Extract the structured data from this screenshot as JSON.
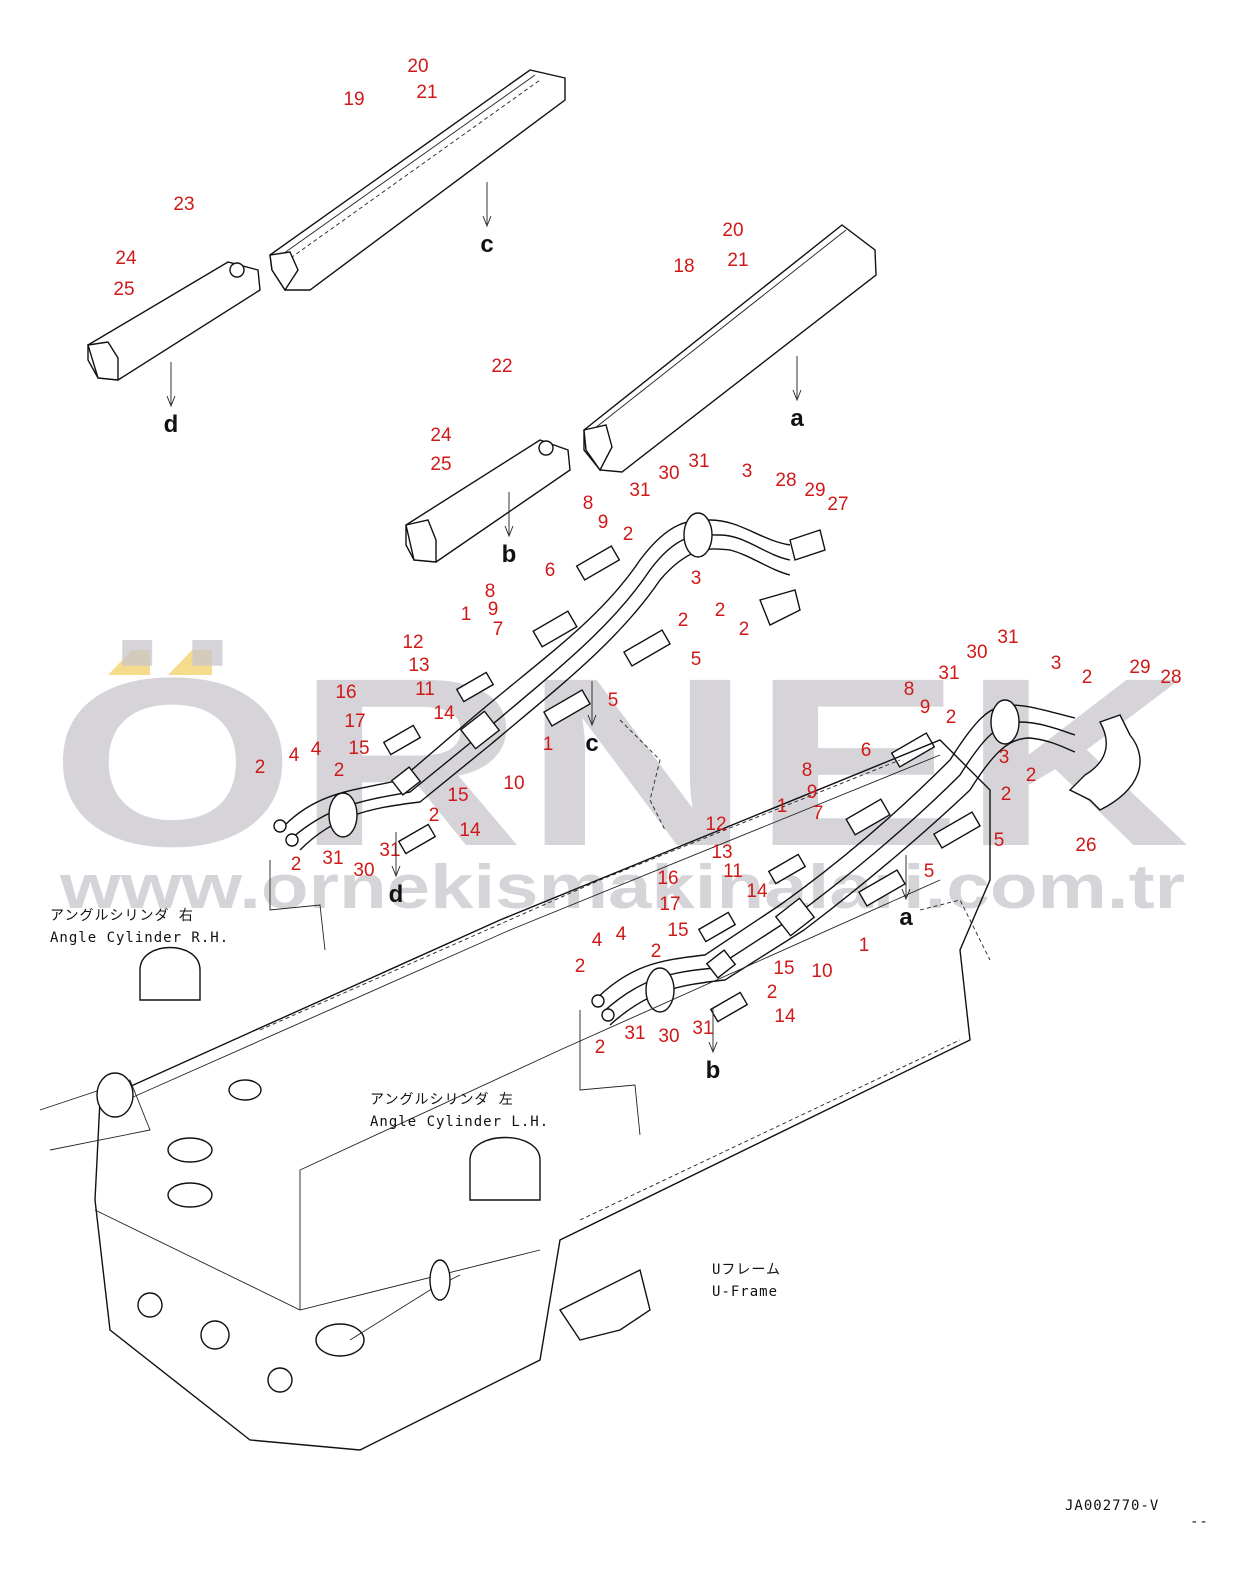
{
  "watermark": {
    "logo": "ÖRNEK",
    "url": "www.ornekismakinalari.com.tr"
  },
  "callouts": [
    "20",
    "21",
    "19",
    "23",
    "24",
    "25",
    "20",
    "21",
    "18",
    "22",
    "24",
    "25",
    "30",
    "31",
    "31",
    "3",
    "28",
    "29",
    "27",
    "8",
    "9",
    "2",
    "6",
    "3",
    "2",
    "2",
    "8",
    "9",
    "7",
    "1",
    "2",
    "5",
    "12",
    "13",
    "11",
    "5",
    "16",
    "14",
    "17",
    "1",
    "15",
    "4",
    "4",
    "2",
    "2",
    "10",
    "15",
    "2",
    "14",
    "31",
    "2",
    "31",
    "30",
    "31",
    "30",
    "3",
    "2",
    "29",
    "28",
    "31",
    "8",
    "9",
    "2",
    "6",
    "3",
    "2",
    "8",
    "9",
    "2",
    "7",
    "1",
    "5",
    "26",
    "12",
    "13",
    "11",
    "5",
    "14",
    "16",
    "17",
    "15",
    "4",
    "4",
    "2",
    "2",
    "10",
    "1",
    "15",
    "2",
    "14",
    "31",
    "30",
    "31",
    "2"
  ],
  "view_letters": [
    "c",
    "d",
    "a",
    "b",
    "c",
    "d",
    "a",
    "b"
  ],
  "labels": {
    "angle_rh_jp": "アングルシリンダ 右",
    "angle_rh_en": "Angle Cylinder R.H.",
    "angle_lh_jp": "アングルシリンダ 左",
    "angle_lh_en": "Angle Cylinder L.H.",
    "uframe_jp": "Uフレーム",
    "uframe_en": "U-Frame"
  },
  "drawing_number": "JA002770-V",
  "corner_mark": "--",
  "colors": {
    "callout": "#d01818",
    "line": "#111111",
    "watermark": "#c9c6cc",
    "logo_accent": "#f5dc8c"
  }
}
